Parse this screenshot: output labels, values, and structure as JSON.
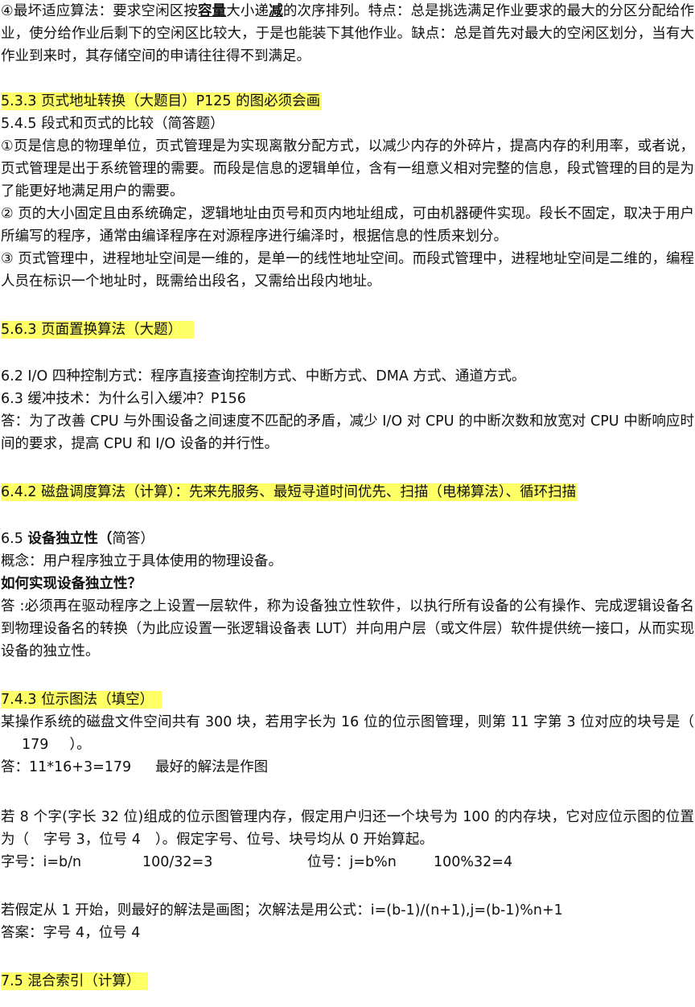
{
  "s0": {
    "pre": "④最坏适应算法：要求空闲区按",
    "cap": "容量",
    "mid": "大小递",
    "dec": "减",
    "post": "的次序排列。特点：总是挑选满足作业要求的最大的分区分配给作业，使分给作业后剩下的空闲区比较大，于是也能装下其他作业。缺点：总是首先对最大的空闲区划分，当有大作业到来时，其存储空间的申请往往得不到满足。"
  },
  "h533": "5.3.3 页式地址转换（大题目）P125 的图必须会画",
  "t545": "5.4.5 段式和页式的比较（简答题）",
  "p1": "①页是信息的物理单位，页式管理是为实现离散分配方式，以减少内存的外碎片，提高内存的利用率，或者说，页式管理是出于系统管理的需要。而段是信息的逻辑单位，含有一组意义相对完整的信息，段式管理的目的是为了能更好地满足用户的需要。",
  "p2": "② 页的大小固定且由系统确定，逻辑地址由页号和页内地址组成，可由机器硬件实现。段长不固定，取决于用户所编写的程序，通常由编译程序在对源程序进行编泽时，根据信息的性质来划分。",
  "p3": "③ 页式管理中，进程地址空间是一维的，是单一的线性地址空间。而段式管理中，进程地址空间是二维的，编程人员在标识一个地址时，既需给出段名，又需给出段内地址。",
  "h563": "5.6.3 页面置换算法（大题）",
  "l62": "6.2 I/O 四种控制方式：程序直接查询控制方式、中断方式、DMA 方式、通道方式。",
  "l63": "6.3 缓冲技术：为什么引入缓冲？P156",
  "a63": "答：为了改善 CPU 与外围设备之间速度不匹配的矛盾，减少 I/O 对 CPU 的中断次数和放宽对 CPU 中断响应时间的要求，提高 CPU 和 I/O 设备的并行性。",
  "h642": "6.4.2 磁盘调度算法（计算）：先来先服务、最短寻道时间优先、扫描（电梯算法）、循环扫描",
  "t65": {
    "num": "6.5 ",
    "bold": "设备独立性（",
    "rest": "简答）"
  },
  "concept": "概念：用户程序独立于具体使用的物理设备。",
  "how": "如何实现设备独立性？",
  "a65": "答 :必须再在驱动程序之上设置一层软件，称为设备独立性软件，以执行所有设备的公有操作、完成逻辑设备名到物理设备名的转换（为此应设置一张逻辑设备表 LUT）并向用户层（或文件层）软件提供统一接口，从而实现设备的独立性。",
  "h743": "7.4.3 位示图法（填空）",
  "q1": {
    "pre": "某操作系统的磁盘文件空间共有 300 块，若用字长为 16 位的位示图管理，则第 11 字第 3 位对应的块号是（",
    "ans": "179",
    "post": "）。"
  },
  "a1": {
    "calc": "答：11*16+3=179",
    "note": "最好的解法是作图"
  },
  "q2": {
    "pre": "若 8 个字(字长 32 位)组成的位示图管理内存，假定用户归还一个块号为 100 的内存块，它对应位示图的位置为（",
    "ans": "字号 3，位号 4",
    "post": "）。假定字号、位号、块号均从 0 开始算起。"
  },
  "f1": {
    "a": "字号：i=b/n",
    "b": "100/32=3",
    "c": "位号：j=b%n",
    "d": "100%32=4"
  },
  "l8": "若假定从 1 开始，则最好的解法是画图；次解法是用公式：i=(b-1)/(n+1),j=(b-1)%n+1",
  "ans2": "答案：字号 4，位号 4",
  "h75": "7.5 混合索引（计算）"
}
